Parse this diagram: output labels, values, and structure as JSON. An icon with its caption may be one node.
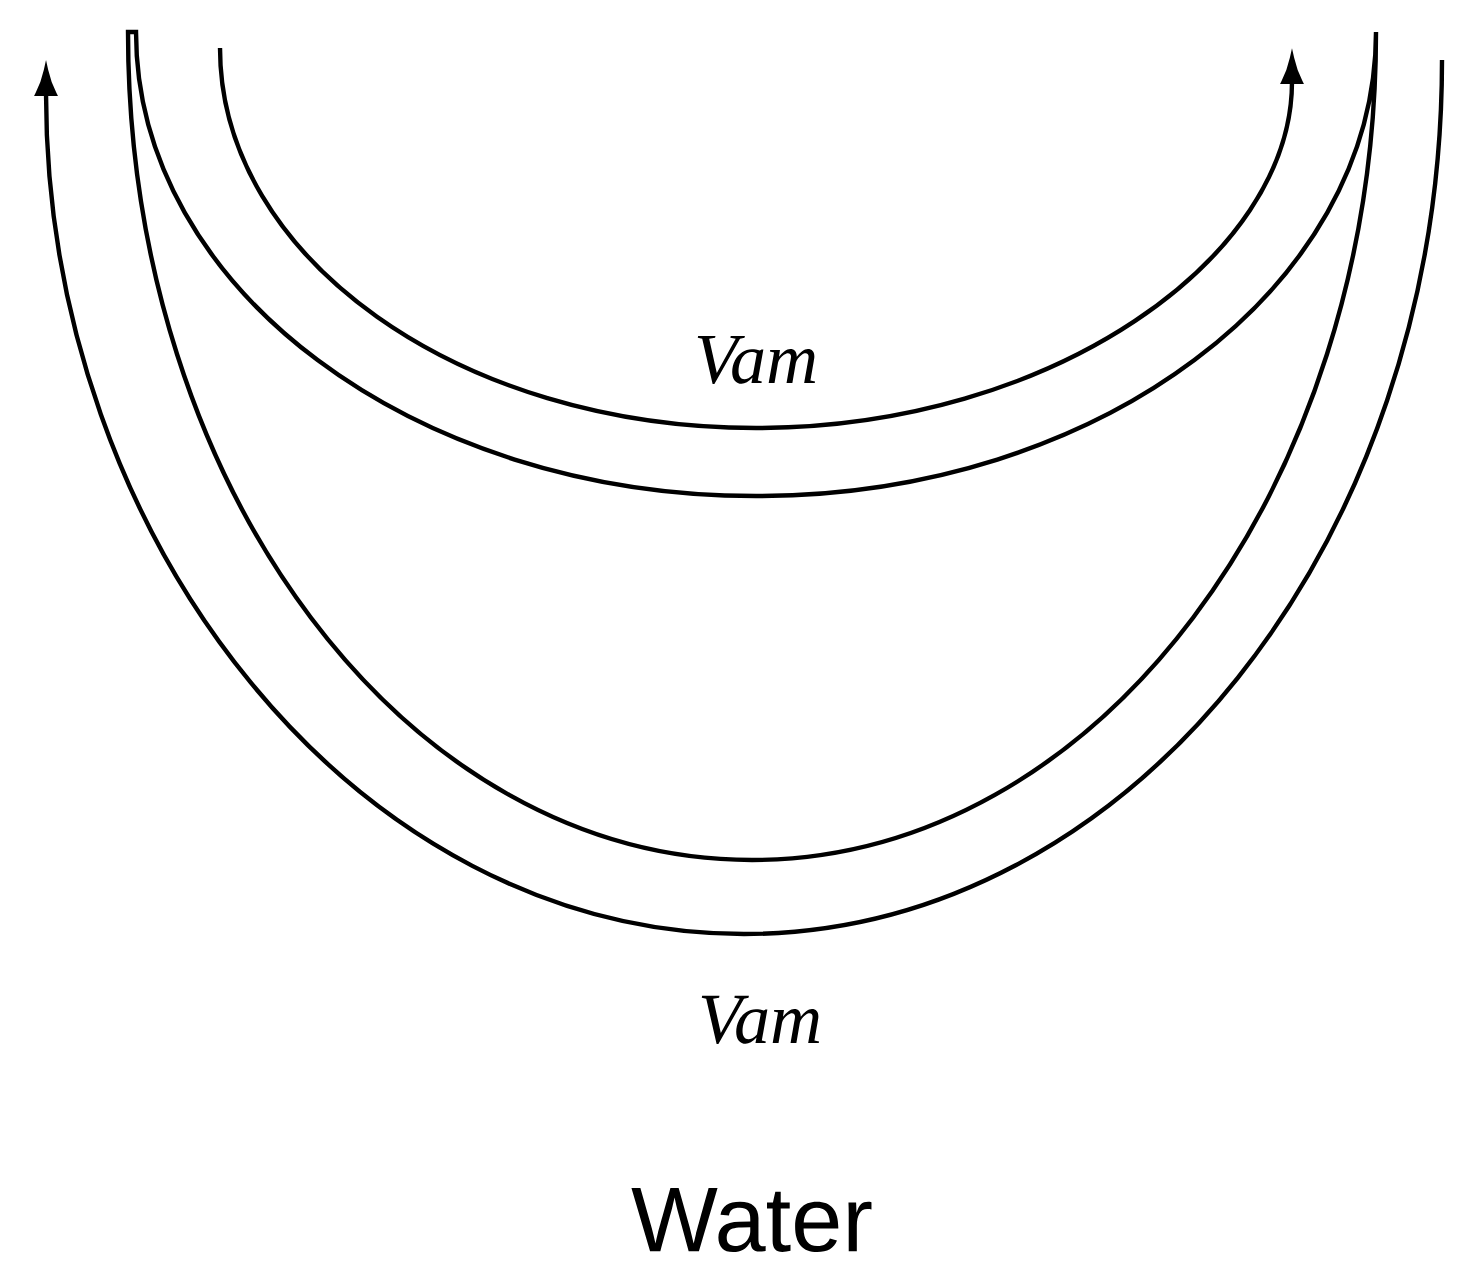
{
  "diagram": {
    "caption": "Water",
    "labels": [
      "Vam",
      "Vam"
    ]
  }
}
